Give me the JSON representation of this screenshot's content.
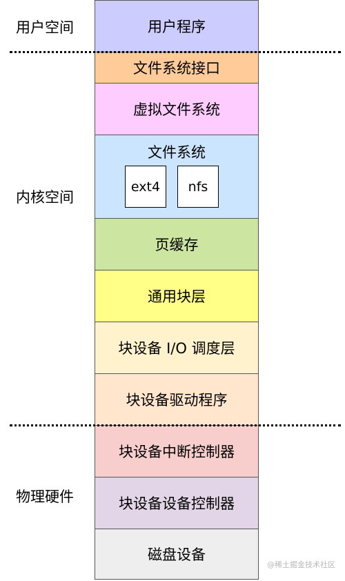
{
  "regions": {
    "user_space": "用户空间",
    "kernel_space": "内核空间",
    "hardware": "物理硬件"
  },
  "layers": {
    "user_program": {
      "label": "用户程序",
      "color": "#ccccff"
    },
    "fs_interface": {
      "label": "文件系统接口",
      "color": "#ffcc99"
    },
    "vfs": {
      "label": "虚拟文件系统",
      "color": "#ffccff"
    },
    "filesystem": {
      "label": "文件系统",
      "color": "#cce5ff",
      "members": [
        "ext4",
        "nfs"
      ]
    },
    "page_cache": {
      "label": "页缓存",
      "color": "#cce5a0"
    },
    "generic_block": {
      "label": "通用块层",
      "color": "#ffff88"
    },
    "io_scheduler": {
      "label": "块设备 I/O 调度层",
      "color": "#fff2cc"
    },
    "block_driver": {
      "label": "块设备驱动程序",
      "color": "#ffe6cc"
    },
    "interrupt_controller": {
      "label": "块设备中断控制器",
      "color": "#f8cecc"
    },
    "device_controller": {
      "label": "块设备设备控制器",
      "color": "#e1d5e7"
    },
    "disk": {
      "label": "磁盘设备",
      "color": "#eeeeee"
    }
  },
  "watermark": "@稀土掘金技术社区"
}
